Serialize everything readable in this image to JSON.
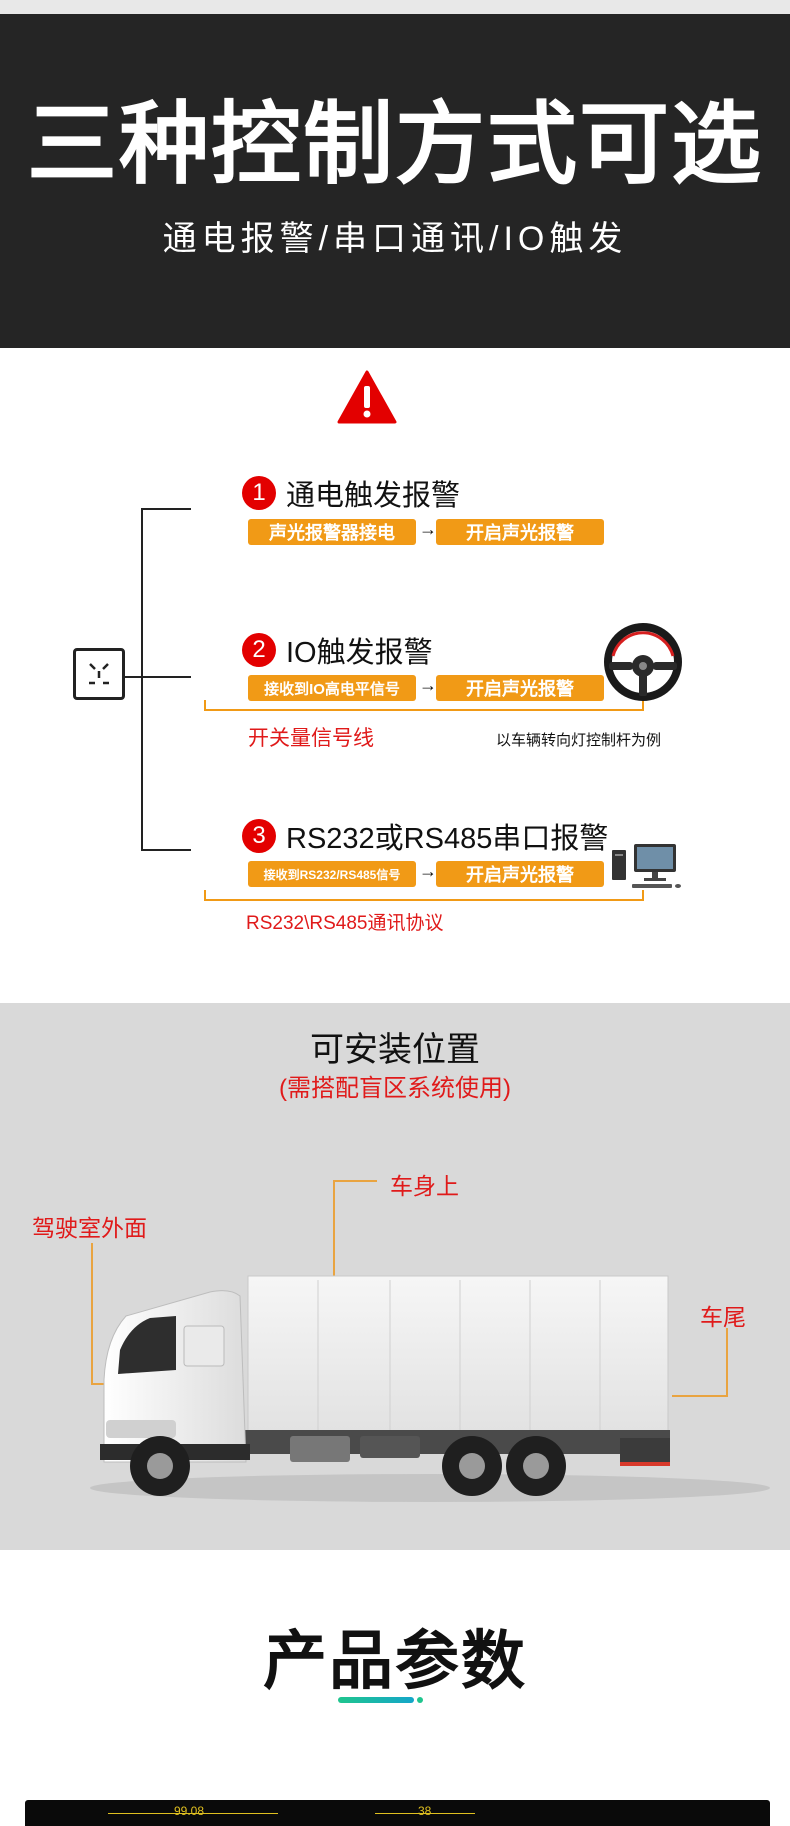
{
  "hero": {
    "title": "三种控制方式可选",
    "subtitle": "通电报警/串口通讯/IO触发"
  },
  "methods": [
    {
      "number": "1",
      "title": "通电触发报警",
      "step1": "声光报警器接电",
      "step2": "开启声光报警"
    },
    {
      "number": "2",
      "title": "IO触发报警",
      "step1": "接收到IO高电平信号",
      "step2": "开启声光报警",
      "line_label": "开关量信号线",
      "note": "以车辆转向灯控制杆为例"
    },
    {
      "number": "3",
      "title": "RS232或RS485串口报警",
      "step1": "接收到RS232/RS485信号",
      "step2": "开启声光报警",
      "line_label": "RS232\\RS485通讯协议"
    }
  ],
  "arrow_glyph": "→",
  "install": {
    "title": "可安装位置",
    "subtitle": "(需搭配盲区系统使用)",
    "label_cab": "驾驶室外面",
    "label_body": "车身上",
    "label_tail": "车尾"
  },
  "params": {
    "title": "产品参数"
  },
  "drawing": {
    "dim1": "99.08",
    "dim2": "38"
  },
  "colors": {
    "accent_orange": "#f19a16",
    "alert_red": "#e30000",
    "hero_bg": "#252525",
    "install_bg": "#d9d9d9"
  }
}
